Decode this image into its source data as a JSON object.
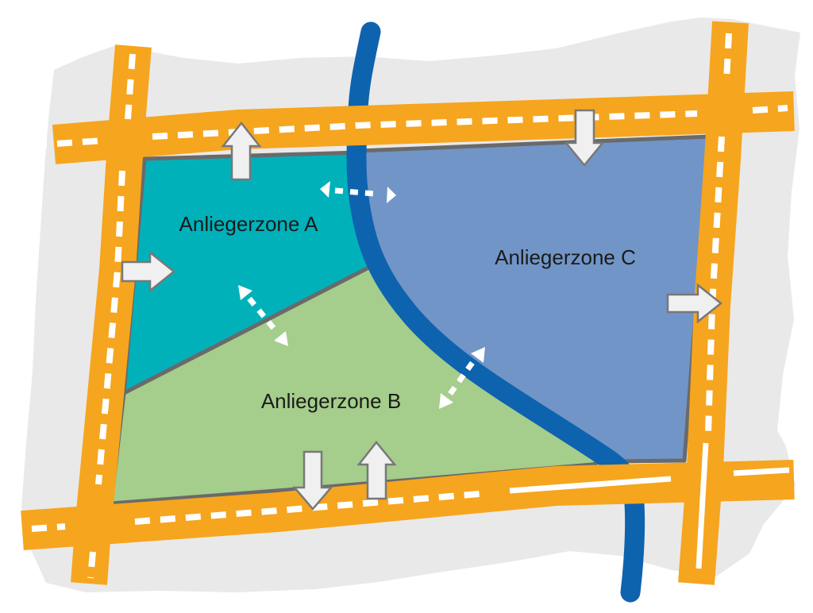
{
  "map": {
    "area_color": "#e9e9e9",
    "road_color": "#f6a51e",
    "river_color": "#0e63af",
    "zone_border_color": "#6a6a6a",
    "road_marking_color": "#ffffff",
    "block_arrow_fill": "#f0f0f0",
    "block_arrow_stroke": "#787878",
    "label_color": "#1b1b1b",
    "zones": [
      {
        "id": "A",
        "label": "Anliegerzone A",
        "fill": "#00b1ba"
      },
      {
        "id": "B",
        "label": "Anliegerzone B",
        "fill": "#a5cd8b"
      },
      {
        "id": "C",
        "label": "Anliegerzone C",
        "fill": "#7195c7"
      }
    ],
    "block_arrows": [
      "exit-zone-a-north",
      "enter-zone-a-west",
      "enter-zone-c-north",
      "exit-zone-c-east",
      "exit-zone-b-south",
      "enter-zone-b-south"
    ],
    "crossing_arrows": [
      "between-zone-a-and-zone-c",
      "between-zone-a-and-zone-b",
      "between-zone-b-and-zone-c"
    ]
  }
}
